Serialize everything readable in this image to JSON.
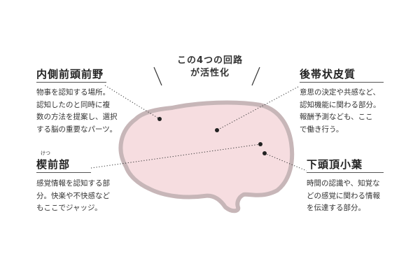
{
  "headline": [
    "この4つの回路",
    "が活性化"
  ],
  "regions": [
    {
      "title": "内側前頭前野",
      "desc": [
        "物事を認知する場所。",
        "認知したのと同時に複",
        "数の方法を提案し、選択",
        "する脳の重要なパーツ。"
      ]
    },
    {
      "title": "後帯状皮質",
      "desc": [
        "意思の決定や共感など、",
        "認知機能に関わる部分。",
        "報酬予測なども、ここ",
        "で働き行う。"
      ]
    },
    {
      "title": "楔前部",
      "ruby": "けつ",
      "desc": [
        "感覚情報を認知する部",
        "分。快楽や不快感など",
        "もここでジャッジ。"
      ]
    },
    {
      "title": "下頭頂小葉",
      "desc": [
        "時間の認識や、知覚な",
        "どの感覚に関わる情報",
        "を伝達する部分。"
      ]
    }
  ],
  "colors": {
    "brain_fill": "#f6dde0",
    "brain_outline": "#c7b6b8",
    "leader_line": "#333333",
    "title_rule": "#555555"
  }
}
